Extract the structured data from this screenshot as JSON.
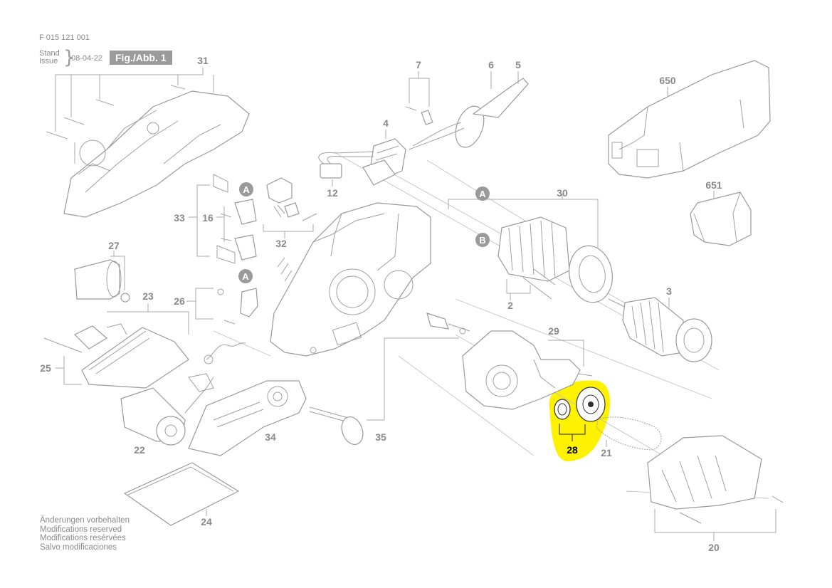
{
  "header": {
    "doc_id": "F 015 121 001",
    "stand": "Stand",
    "issue": "Issue",
    "date": "08-04-22",
    "figure": "Fig./Abb. 1"
  },
  "notes": [
    "Änderungen vorbehalten",
    "Modifications reserved",
    "Modifications resérvées",
    "Salvo modificaciones"
  ],
  "parts": {
    "p31": "31",
    "p7": "7",
    "p6": "6",
    "p5": "5",
    "p650": "650",
    "p4": "4",
    "p12": "12",
    "p33": "33",
    "p16": "16",
    "p32": "32",
    "p30": "30",
    "p651": "651",
    "p27": "27",
    "p23": "23",
    "p26": "26",
    "p2": "2",
    "p3": "3",
    "p29": "29",
    "p25": "25",
    "p22": "22",
    "p34": "34",
    "p35": "35",
    "p28": "28",
    "p21": "21",
    "p24": "24",
    "p20": "20"
  },
  "markers": {
    "a": "A",
    "b": "B"
  },
  "highlight": {
    "part": "28",
    "color": "#fff200"
  },
  "colors": {
    "line": "#a8a8a8",
    "label": "#8a8a8a",
    "marker": "#9a9a9a"
  }
}
